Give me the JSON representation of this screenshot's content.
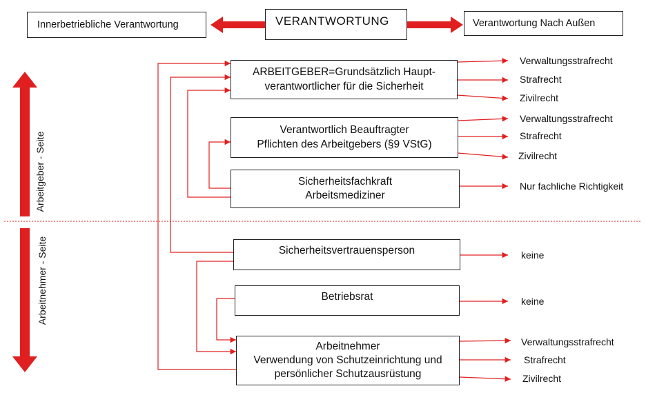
{
  "header": {
    "left": "Innerbetriebliche Verantwortung",
    "center": "VERANTWORTUNG",
    "right": "Verantwortung Nach Außen"
  },
  "sides": {
    "employer": "Arbeitgeber - Seite",
    "employee": "Arbeitnehmer - Seite"
  },
  "boxes": {
    "arbeitgeber": [
      "ARBEITGEBER=Grundsätzlich Haupt-",
      "verantwortlicher für die Sicherheit"
    ],
    "beauftragter": [
      "Verantwortlich Beauftragter",
      "Pflichten des Arbeitgebers (§9 VStG)"
    ],
    "fachkraft": [
      "Sicherheitsfachkraft",
      "Arbeitsmediziner"
    ],
    "vertrauensperson": [
      "Sicherheitsvertrauensperson"
    ],
    "betriebsrat": [
      "Betriebsrat"
    ],
    "arbeitnehmer": [
      "Arbeitnehmer",
      "Verwendung von Schutzeinrichtung und",
      "persönlicher Schutzausrüstung"
    ]
  },
  "outcomes": {
    "arbeitgeber": [
      "Verwaltungsstrafrecht",
      "Strafrecht",
      "Zivilrecht"
    ],
    "beauftragter": [
      "Verwaltungsstrafrecht",
      "Strafrecht",
      "Zivilrecht"
    ],
    "fachkraft": [
      "Nur fachliche Richtigkeit"
    ],
    "vertrauensperson": [
      "keine"
    ],
    "betriebsrat": [
      "keine"
    ],
    "arbeitnehmer": [
      "Verwaltungsstrafrecht",
      "Strafrecht",
      "Zivilrecht"
    ]
  },
  "colors": {
    "accent": "#e02020",
    "line": "#e02020",
    "border": "#222222",
    "divider": "#e02020"
  }
}
